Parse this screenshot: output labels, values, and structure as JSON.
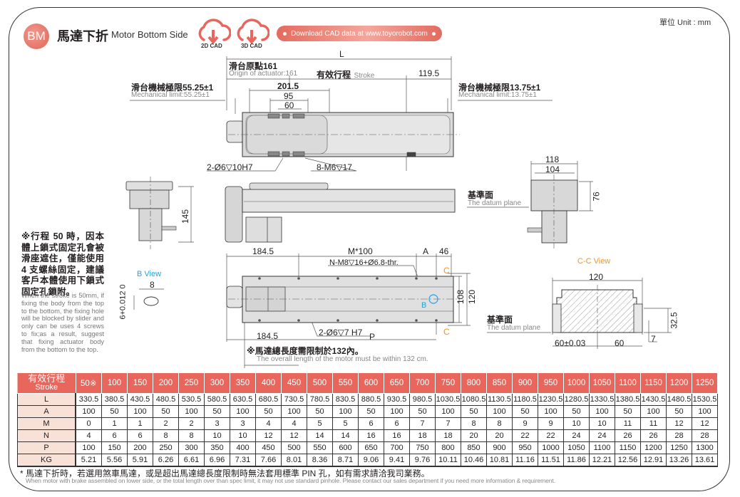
{
  "header": {
    "badge": "BM",
    "title_zh": "馬達下折",
    "title_en": "Motor Bottom Side",
    "cad_2d": "2D CAD",
    "cad_3d": "3D CAD",
    "download_text": "Download CAD data at www.toyorobot.com",
    "unit": "單位 Unit : mm",
    "accent_color": "#e8665c"
  },
  "top_view": {
    "L_label": "L",
    "origin_zh": "滑台原點161",
    "origin_en": "Origin of actuator:161",
    "stroke_zh": "有效行程",
    "stroke_en": "Stroke",
    "dim_119_5": "119.5",
    "mech_left_zh": "滑台機械極限55.25±1",
    "mech_left_en": "Mechanical limit:55.25±1",
    "mech_right_zh": "滑台機械極限13.75±1",
    "mech_right_en": "Mechanical limit:13.75±1",
    "dim_201_5": "201.5",
    "dim_95": "95",
    "dim_60": "60",
    "pin_hole": "2-Ø6▽10H7",
    "tap_hole": "8-M6▽17"
  },
  "side_view": {
    "dim_145": "145",
    "dim_118": "118",
    "dim_104": "104",
    "dim_76": "76",
    "datum_zh": "基準面",
    "datum_en": "The datum plane"
  },
  "bottom_view": {
    "dim_184_5_top": "184.5",
    "dim_m100": "M*100",
    "dim_A": "A",
    "dim_46": "46",
    "mount_hole": "N-M8▽16+Ø6.8-thr.",
    "section_C": "C",
    "marker_B": "B",
    "pin_hole": "2-Ø6▽7 H7",
    "dim_P": "P",
    "dim_184_5_bottom": "184.5",
    "dim_108": "108",
    "dim_120": "120",
    "motor_note_zh": "※馬達總長度需限制於132內。",
    "motor_note_en": "The overall length of the motor must be within 132 cm."
  },
  "b_view": {
    "title": "B View",
    "dim_8": "8",
    "dim_6_tol": "6+0.012",
    "dim_6_low": "0"
  },
  "cc_view": {
    "title": "C-C View",
    "dim_120": "120",
    "dim_32_5": "32.5",
    "dim_7": "7",
    "dim_60_tol": "60±0.03",
    "dim_60": "60",
    "datum_zh": "基準面",
    "datum_en": "The datum plane"
  },
  "note": {
    "zh": "※行程 50 時，因本體上鎖式固定孔會被滑座遮住，僅能使用 4 支螺絲固定，建議客戶本體使用下鎖式固定孔鎖附。",
    "en": "When the stroke is 50mm, if fixing the body from the top to the bottom, the fixing hole will be blocked by slider and only can be uses 4 screws to fix;as a result, suggest that fixing actuator body from the bottom to the top."
  },
  "table": {
    "header_zh": "有效行程",
    "header_en": "Stroke",
    "strokes": [
      "50※",
      "100",
      "150",
      "200",
      "250",
      "300",
      "350",
      "400",
      "450",
      "500",
      "550",
      "600",
      "650",
      "700",
      "750",
      "800",
      "850",
      "900",
      "950",
      "1000",
      "1050",
      "1100",
      "1150",
      "1200",
      "1250"
    ],
    "rows": [
      {
        "label": "L",
        "values": [
          "330.5",
          "380.5",
          "430.5",
          "480.5",
          "530.5",
          "580.5",
          "630.5",
          "680.5",
          "730.5",
          "780.5",
          "830.5",
          "880.5",
          "930.5",
          "980.5",
          "1030.5",
          "1080.5",
          "1130.5",
          "1180.5",
          "1230.5",
          "1280.5",
          "1330.5",
          "1380.5",
          "1430.5",
          "1480.5",
          "1530.5"
        ]
      },
      {
        "label": "A",
        "values": [
          "100",
          "50",
          "100",
          "50",
          "100",
          "50",
          "100",
          "50",
          "100",
          "50",
          "100",
          "50",
          "100",
          "50",
          "100",
          "50",
          "100",
          "50",
          "100",
          "50",
          "100",
          "50",
          "100",
          "50",
          "100"
        ]
      },
      {
        "label": "M",
        "values": [
          "0",
          "1",
          "1",
          "2",
          "2",
          "3",
          "3",
          "4",
          "4",
          "5",
          "5",
          "6",
          "6",
          "7",
          "7",
          "8",
          "8",
          "9",
          "9",
          "10",
          "10",
          "11",
          "11",
          "12",
          "12"
        ]
      },
      {
        "label": "N",
        "values": [
          "4",
          "6",
          "6",
          "8",
          "8",
          "10",
          "10",
          "12",
          "12",
          "14",
          "14",
          "16",
          "16",
          "18",
          "18",
          "20",
          "20",
          "22",
          "22",
          "24",
          "24",
          "26",
          "26",
          "28",
          "28"
        ]
      },
      {
        "label": "P",
        "values": [
          "100",
          "150",
          "200",
          "250",
          "300",
          "350",
          "400",
          "450",
          "500",
          "550",
          "600",
          "650",
          "700",
          "750",
          "800",
          "850",
          "900",
          "950",
          "1000",
          "1050",
          "1100",
          "1150",
          "1200",
          "1250",
          "1300"
        ]
      },
      {
        "label": "KG",
        "values": [
          "5.21",
          "5.56",
          "5.91",
          "6.26",
          "6.61",
          "6.96",
          "7.31",
          "7.66",
          "8.01",
          "8.36",
          "8.71",
          "9.06",
          "9.41",
          "9.76",
          "10.11",
          "10.46",
          "10.81",
          "11.16",
          "11.51",
          "11.86",
          "12.21",
          "12.56",
          "12.91",
          "13.26",
          "13.61"
        ]
      }
    ]
  },
  "footer": {
    "zh": "* 馬達下折時，若選用煞車馬達，或是超出馬達總長度限制時無法套用標準 PIN 孔，如有需求請洽我司業務。",
    "en": "When motor with brake assembled on lower side, or the total length over than spec limit, it may not use standard pinhole. Please contact our sales department if you need more information & requirement."
  }
}
